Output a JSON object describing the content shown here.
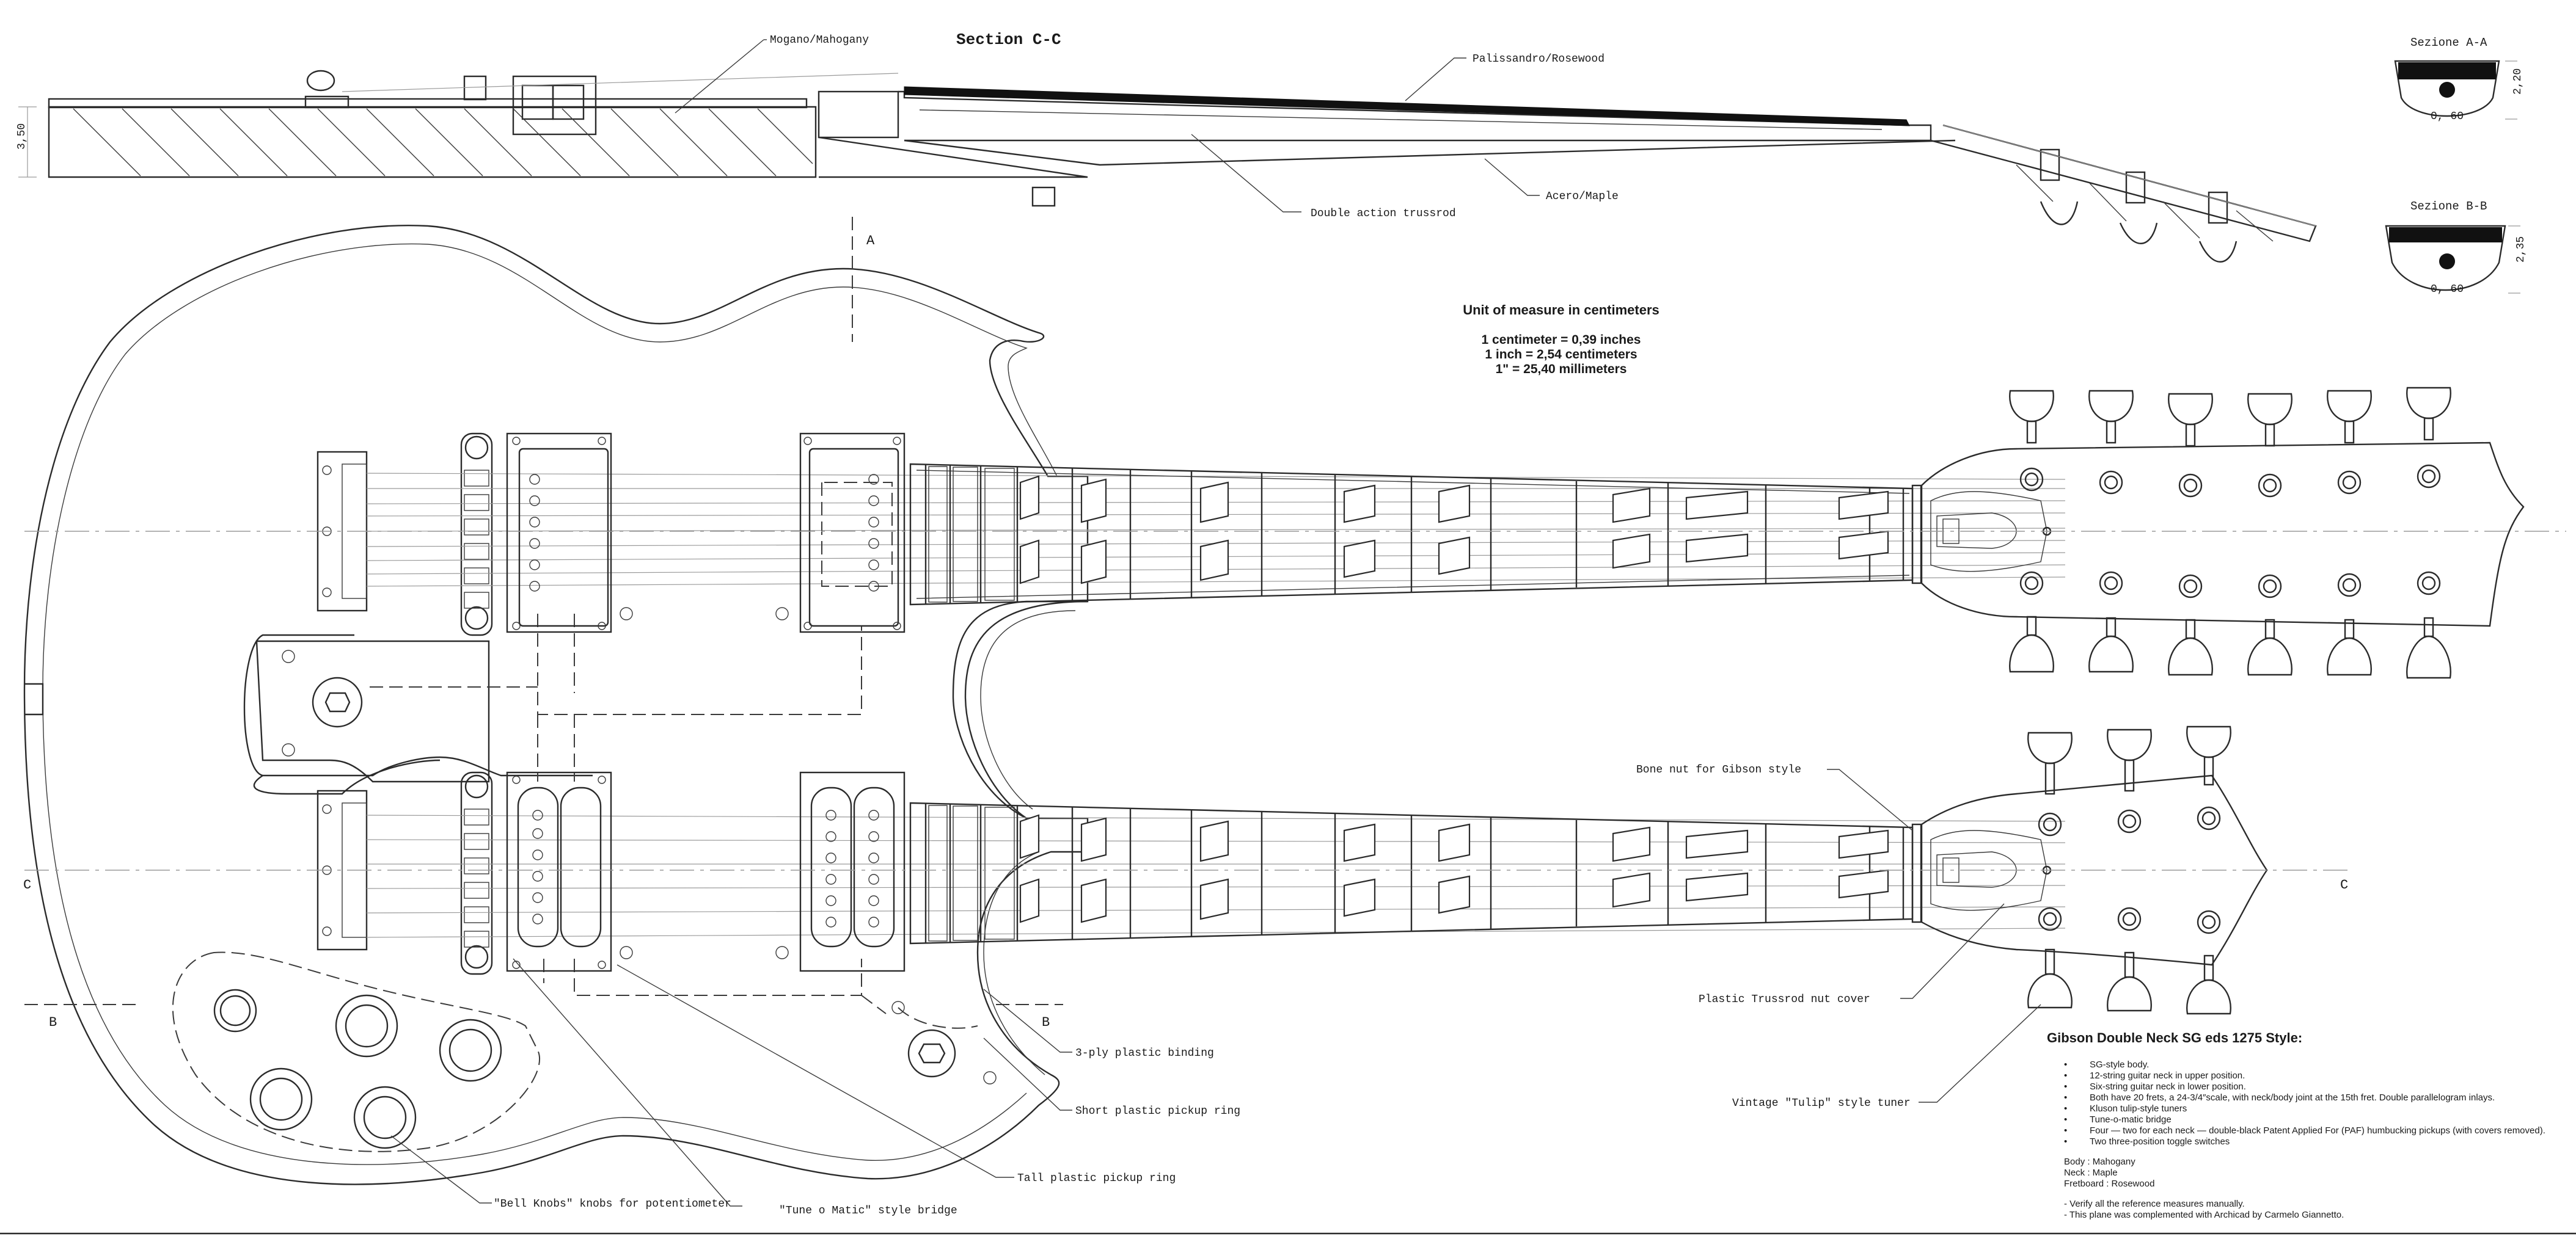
{
  "section_title": "Section C-C",
  "leaders": {
    "mahogany": "Mogano/Mahogany",
    "rosewood": "Palissandro/Rosewood",
    "trussrod": "Double action trussrod",
    "maple": "Acero/Maple",
    "bone_nut": "Bone nut for Gibson style",
    "trussrod_cover": "Plastic Trussrod nut cover",
    "tulip_tuner": "Vintage \"Tulip\" style tuner",
    "binding": "3-ply plastic binding",
    "short_ring": "Short plastic pickup ring",
    "tall_ring": "Tall plastic pickup ring",
    "bell_knobs": "\"Bell Knobs\" knobs for potentiometer",
    "tom_bridge": "\"Tune o Matic\" style bridge"
  },
  "dimensions": {
    "side_thickness": "3,50",
    "section_aa_height": "2,20",
    "section_aa_width": "0, 60",
    "section_bb_height": "2,35",
    "section_bb_width": "0, 60"
  },
  "section_labels": {
    "aa": "Sezione A-A",
    "bb": "Sezione B-B",
    "a": "A",
    "b_left": "B",
    "b_right": "B",
    "c_left": "C",
    "c_right": "C"
  },
  "units": {
    "title": "Unit of measure in centimeters",
    "lines": [
      "1 centimeter = 0,39 inches",
      "1 inch = 2,54 centimeters",
      "1\" = 25,40 millimeters"
    ]
  },
  "spec": {
    "title": "Gibson Double Neck SG eds 1275 Style:",
    "bullets": [
      "SG-style body.",
      "12-string guitar neck in upper position.",
      "Six-string guitar neck in lower position.",
      "Both have 20 frets, a 24-3/4″scale, with neck/body joint at the 15th fret. Double parallelogram inlays.",
      "Kluson tulip-style tuners",
      "Tune-o-matic bridge",
      "Four — two for each neck — double-black Patent Applied For (PAF) humbucking pickups (with covers removed).",
      "Two three-position toggle switches"
    ],
    "materials": [
      "Body : Mahogany",
      "Neck : Maple",
      "Fretboard : Rosewood"
    ],
    "notes": [
      "- Verify all the reference measures manually.",
      "- This plane was complemented with Archicad by Carmelo Giannetto."
    ]
  },
  "colors": {
    "line": "#2b2b2b",
    "center_line": "#9a9a9a",
    "paper": "#ffffff"
  }
}
